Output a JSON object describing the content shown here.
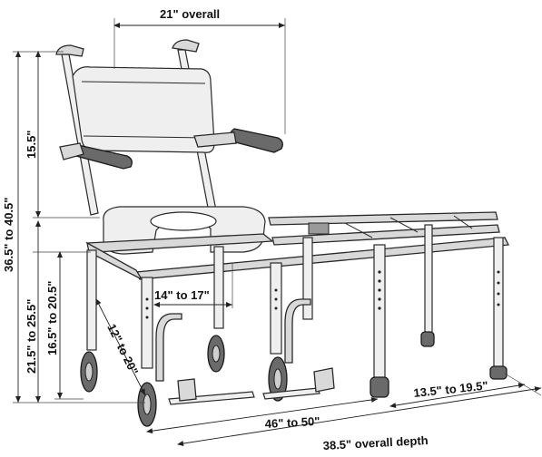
{
  "figure": {
    "subject": "shower commode transfer bench",
    "dimensions": {
      "width_overall": "21\" overall",
      "total_height": "36.5\" to 40.5\"",
      "back_height": "15.5\"",
      "arm_height": "21.5\" to 25.5\"",
      "seat_height": "16.5\" to 20.5\"",
      "seat_width_inner": "14\" to 17\"",
      "seat_depth_range": "12\" to 20\"",
      "bench_span": "46\" to 50\"",
      "overall_depth": "38.5\" overall depth",
      "bench_height": "13.5\" to 19.5\""
    }
  }
}
